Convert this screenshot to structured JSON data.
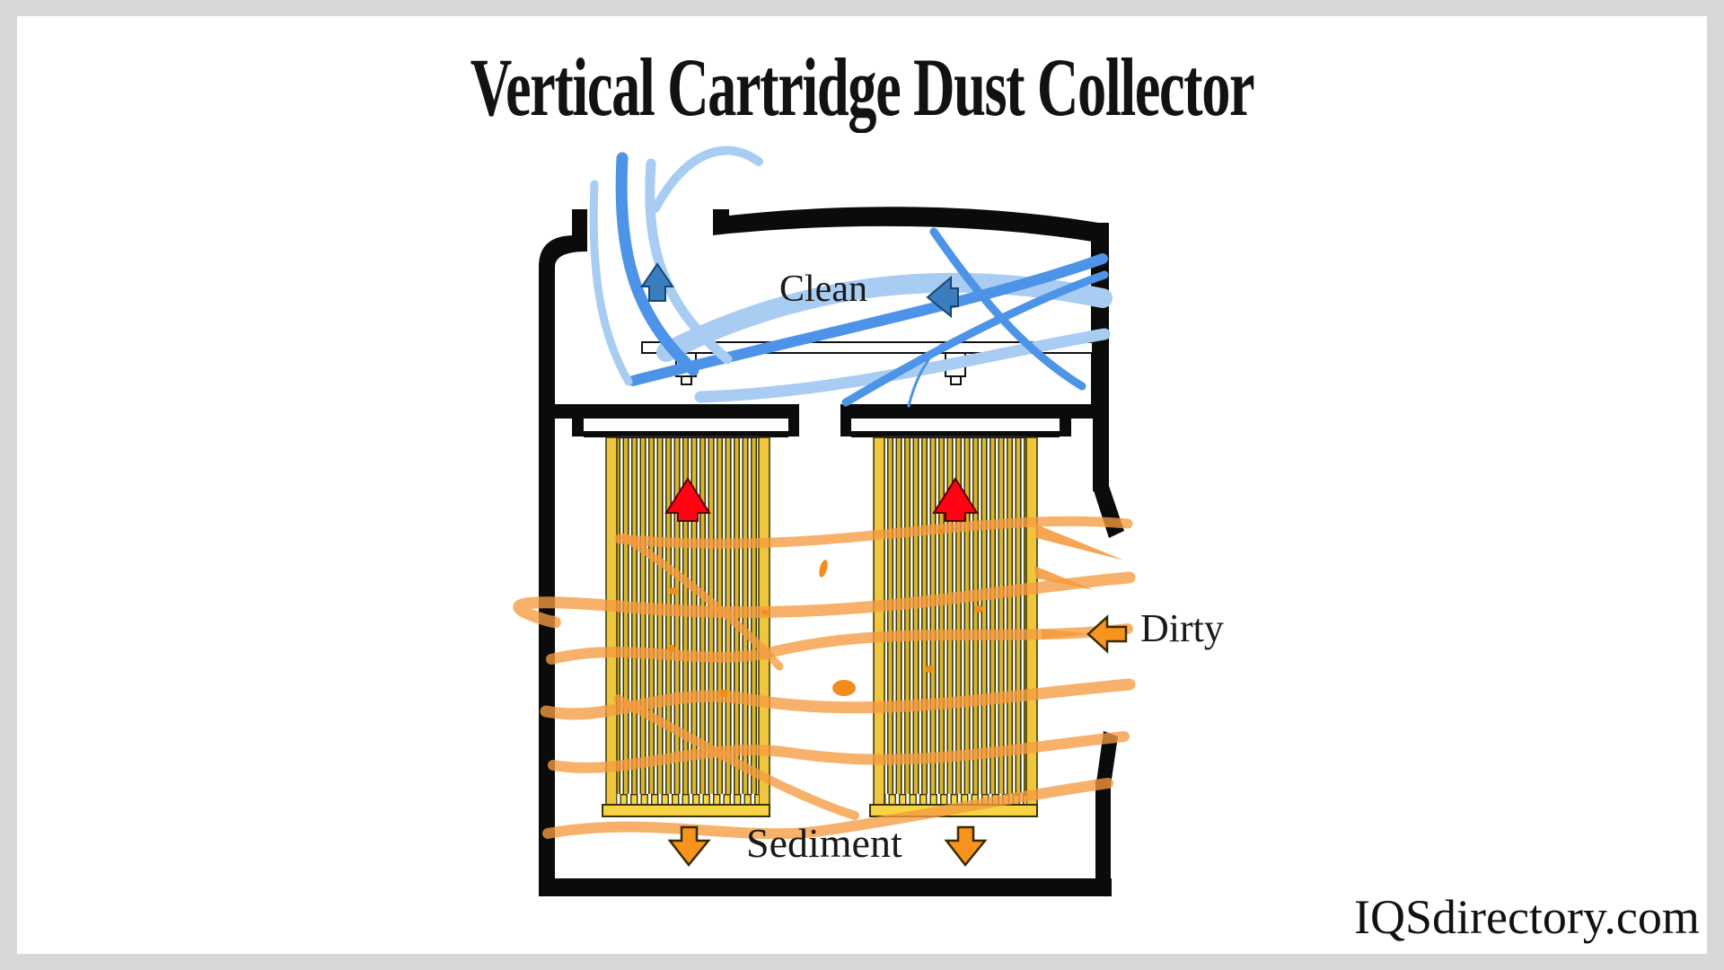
{
  "title": "Vertical Cartridge Dust Collector",
  "labels": {
    "clean": "Clean",
    "dirty": "Dirty",
    "sediment": "Sediment"
  },
  "watermark": "IQSdirectory.com",
  "colors": {
    "housing_black": "#0b0b0b",
    "frame_gray": "#d8d8d8",
    "clean_air_blue": "#4d94e8",
    "clean_air_blue_light": "#a9cdf2",
    "arrow_steel_blue": "#3a7ec0",
    "dirty_air_orange": "#f59b40",
    "speck_orange": "#f28c1b",
    "arrow_orange": "#f7941d",
    "pulse_red": "#fe0413",
    "filter_yellow": "#f6d445",
    "filter_edge_yellow": "#f0c63e",
    "filter_stripe": "#d9b62c",
    "text_black": "#1a1a1a"
  }
}
